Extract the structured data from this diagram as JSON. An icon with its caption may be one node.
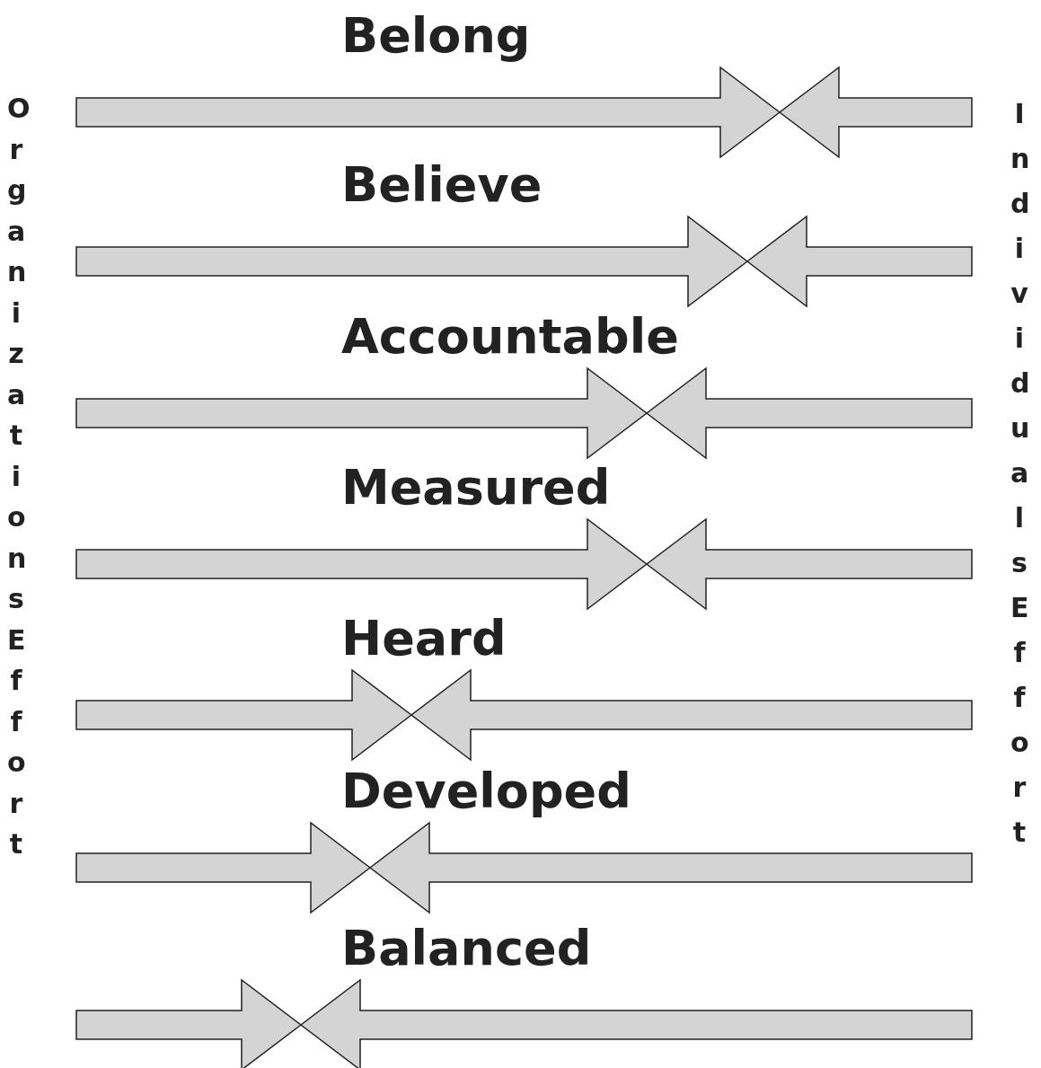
{
  "diagram": {
    "labels": [
      "Organizations Effort",
      "Belong",
      "Believe",
      "Accountable",
      "Measured",
      "Heard",
      "Developed",
      "Balanced",
      "Individuals Effort"
    ]
  }
}
